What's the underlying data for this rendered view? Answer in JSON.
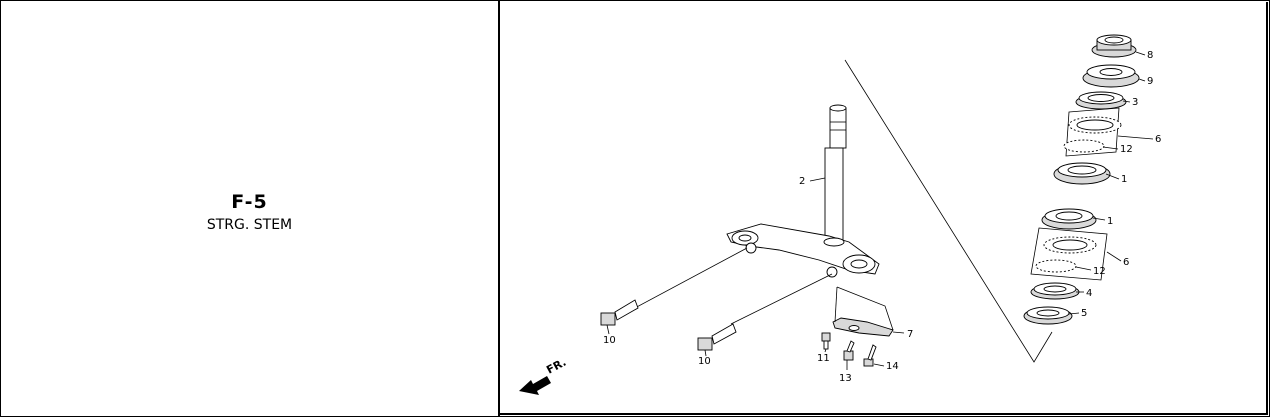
{
  "section": {
    "code": "F-5",
    "name": "STRG. STEM"
  },
  "diagram": {
    "direction_label": "FR.",
    "callouts": [
      "8",
      "9",
      "3",
      "6",
      "12",
      "1",
      "1",
      "6",
      "12",
      "4",
      "5",
      "2",
      "7",
      "10",
      "10",
      "11",
      "13",
      "14"
    ]
  }
}
